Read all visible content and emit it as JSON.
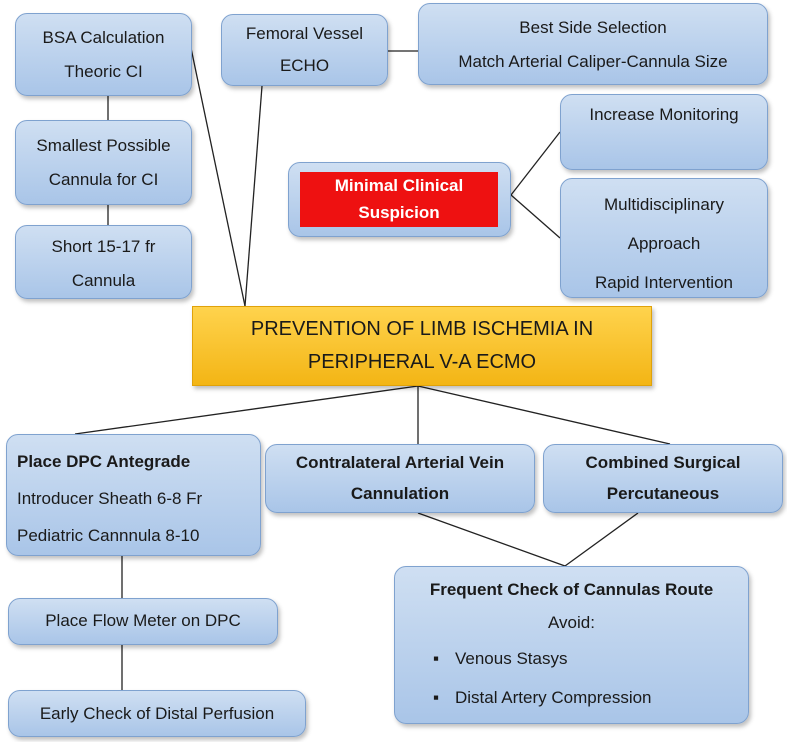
{
  "title": "PREVENTION OF LIMB ISCHEMIA IN PERIPHERAL V-A ECMO",
  "title_lines": [
    "PREVENTION OF LIMB ISCHEMIA IN",
    "PERIPHERAL V-A ECMO"
  ],
  "nodes": {
    "bsa": [
      "BSA Calculation",
      "Theoric CI"
    ],
    "smallest": [
      "Smallest Possible",
      "Cannula for CI"
    ],
    "short": [
      "Short 15-17 fr",
      "Cannula"
    ],
    "femoral": [
      "Femoral Vessel",
      "ECHO"
    ],
    "best_side": [
      "Best Side Selection",
      "Match Arterial Caliper-Cannula Size"
    ],
    "minimal": [
      "Minimal Clinical",
      "Suspicion"
    ],
    "monitoring": [
      "Increase Monitoring"
    ],
    "multidisciplinary": [
      "Multidisciplinary",
      "Approach",
      "Rapid Intervention"
    ],
    "dpc": {
      "heading": "Place DPC Antegrade",
      "lines": [
        "Introducer Sheath 6-8 Fr",
        "Pediatric Cannnula 8-10"
      ]
    },
    "contralateral": [
      "Contralateral Arterial Vein",
      "Cannulation"
    ],
    "combined": [
      "Combined Surgical",
      "Percutaneous"
    ],
    "flow_meter": [
      "Place Flow Meter on DPC"
    ],
    "early_check": [
      "Early Check of Distal Perfusion"
    ],
    "frequent": {
      "heading": "Frequent Check of Cannulas Route",
      "sub": "Avoid:",
      "bullets": [
        "Venous Stasys",
        "Distal Artery Compression"
      ]
    }
  },
  "colors": {
    "box_fill_top": "#cfdff2",
    "box_fill_bottom": "#a9c5e8",
    "box_border": "#7fa2cf",
    "main_fill": "#f7be1e",
    "highlight": "#ee1111",
    "line": "#222222"
  }
}
